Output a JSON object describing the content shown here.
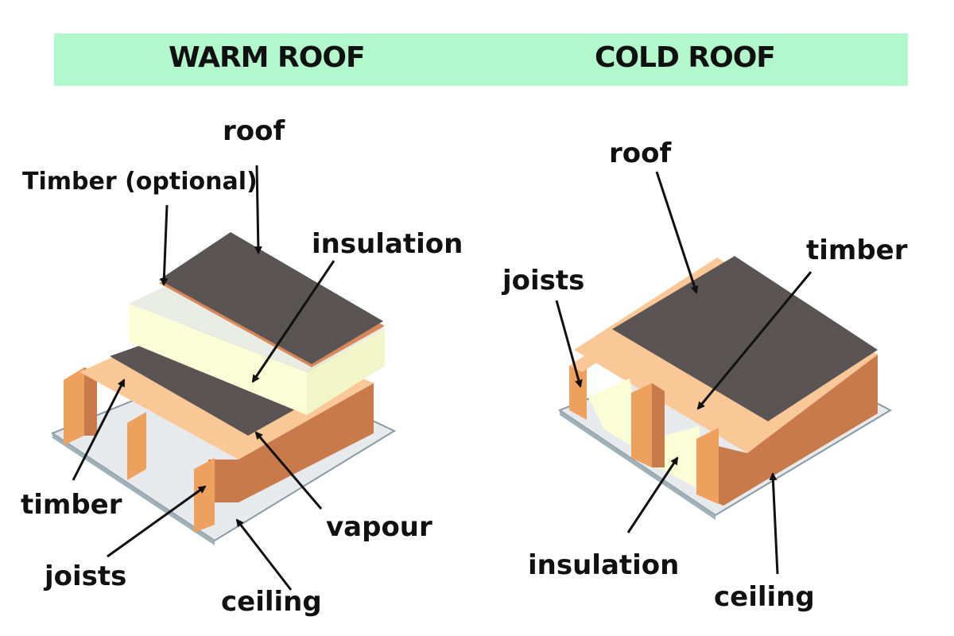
{
  "headings": {
    "left": "WARM ROOF",
    "right": "COLD ROOF"
  },
  "warm_roof": {
    "labels": {
      "roof": "roof",
      "timber_optional": "Timber (optional)",
      "insulation": "insulation",
      "timber": "timber",
      "vapour": "vapour",
      "joists": "joists",
      "ceiling": "ceiling"
    }
  },
  "cold_roof": {
    "labels": {
      "roof": "roof",
      "joists": "joists",
      "timber": "timber",
      "insulation": "insulation",
      "ceiling": "ceiling"
    }
  },
  "colors": {
    "banner": "#b2f8cc",
    "roof_membrane": "#5a5455",
    "insulation": "#fbfdd6",
    "timber_top": "#f9c896",
    "timber_front": "#eea05e",
    "joist_side": "#c87a4a",
    "ceiling": "#e6eaec"
  }
}
